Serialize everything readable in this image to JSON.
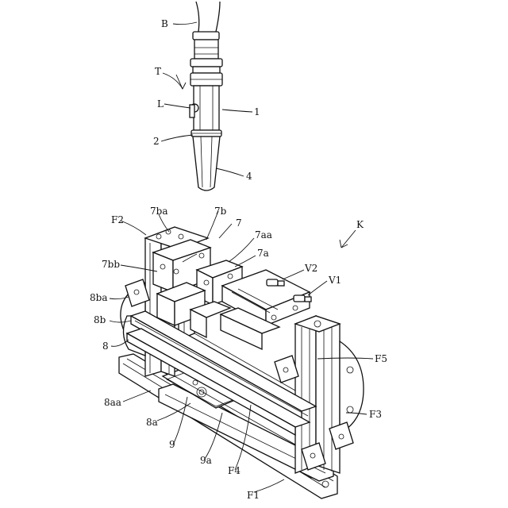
{
  "labels": {
    "B": "B",
    "T": "T",
    "L": "L",
    "n1": "1",
    "n2": "2",
    "n4": "4",
    "K": "K",
    "F2": "F2",
    "n7ba": "7ba",
    "n7b": "7b",
    "n7": "7",
    "n7aa": "7aa",
    "n7a": "7a",
    "n7bb": "7bb",
    "V2": "V2",
    "V1": "V1",
    "n8ba": "8ba",
    "n8b": "8b",
    "n8": "8",
    "F5": "F5",
    "n8aa": "8aa",
    "F3": "F3",
    "n8a": "8a",
    "n9": "9",
    "n9a": "9a",
    "F4": "F4",
    "F1": "F1"
  }
}
